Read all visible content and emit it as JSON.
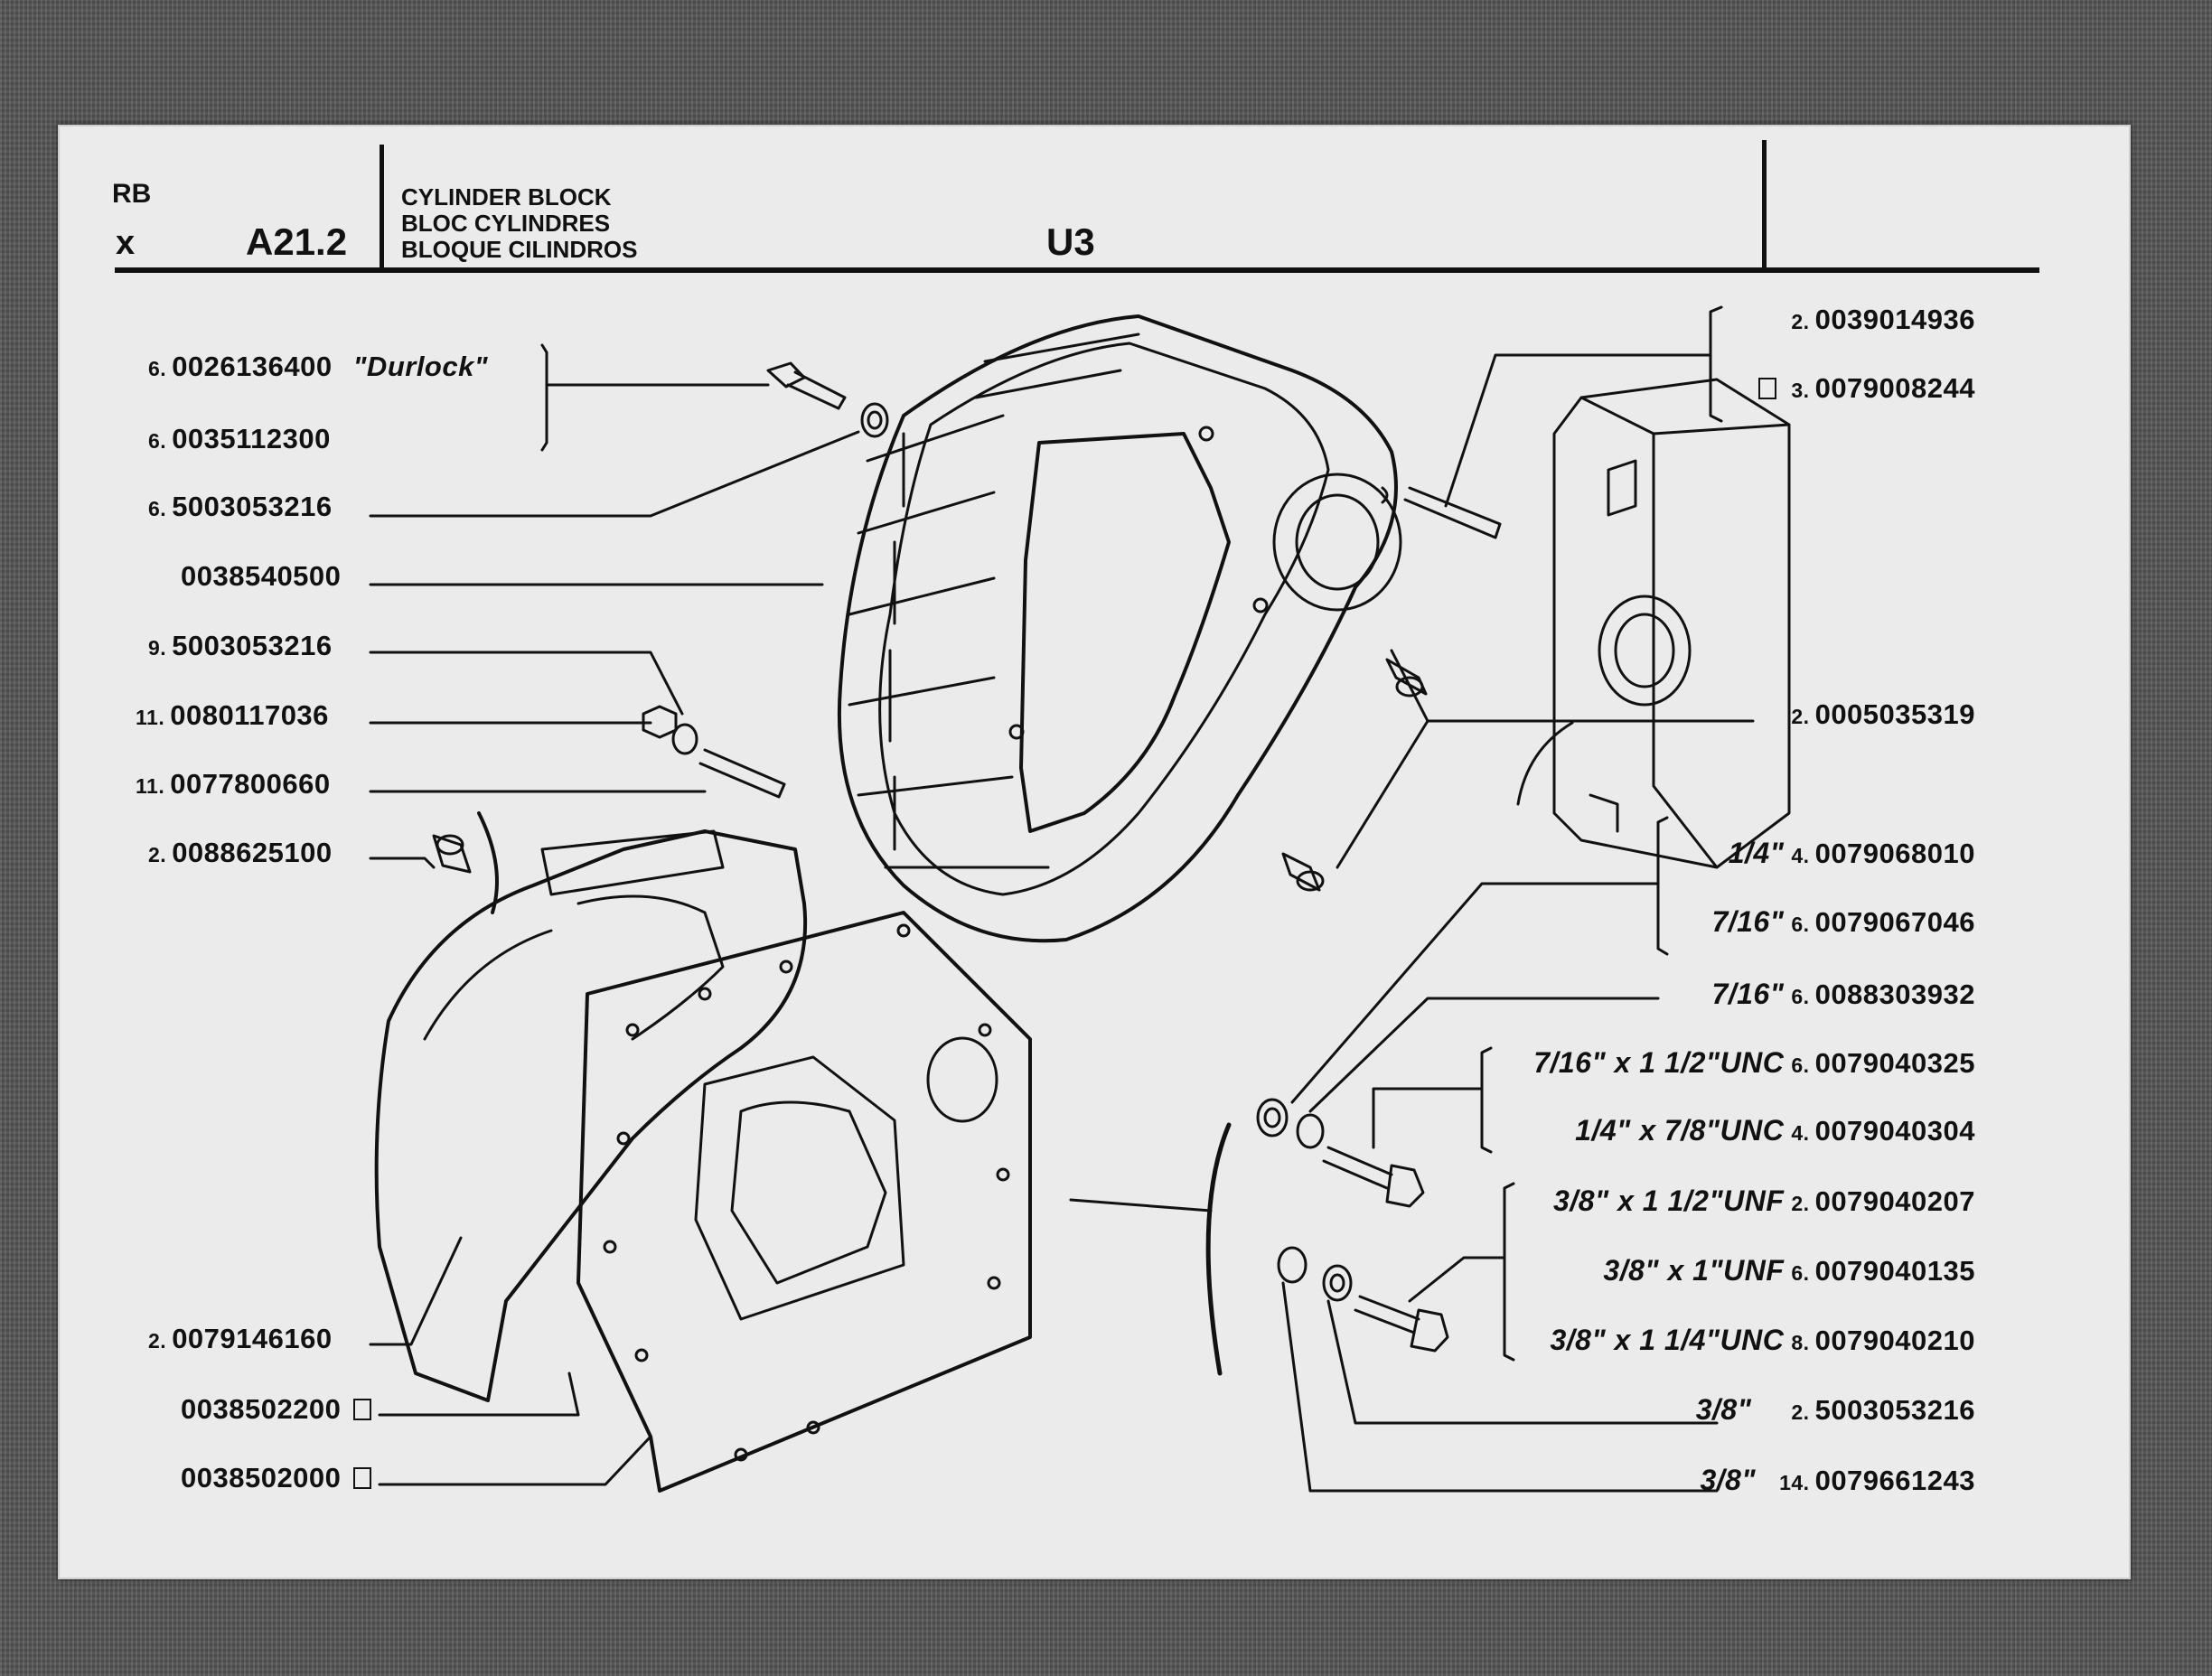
{
  "header": {
    "code_top": "RB",
    "code_bottom": "x",
    "ref": "A21.2",
    "title_lines": [
      "CYLINDER BLOCK",
      "BLOC CYLINDRES",
      "BLOQUE CILINDROS"
    ],
    "model": "U3"
  },
  "left_parts": [
    {
      "qty": "6.",
      "part": "0026136400",
      "note": "\"Durlock\""
    },
    {
      "qty": "6.",
      "part": "0035112300",
      "note": ""
    },
    {
      "qty": "6.",
      "part": "5003053216",
      "note": ""
    },
    {
      "qty": "",
      "part": "0038540500",
      "note": ""
    },
    {
      "qty": "9.",
      "part": "5003053216",
      "note": ""
    },
    {
      "qty": "11.",
      "part": "0080117036",
      "note": ""
    },
    {
      "qty": "11.",
      "part": "0077800660",
      "note": ""
    },
    {
      "qty": "2.",
      "part": "0088625100",
      "note": ""
    },
    {
      "qty": "2.",
      "part": "0079146160",
      "note": ""
    },
    {
      "qty": "",
      "part": "0038502200",
      "note": ""
    },
    {
      "qty": "",
      "part": "0038502000",
      "note": ""
    }
  ],
  "right_parts": [
    {
      "size": "",
      "qty": "2.",
      "part": "0039014936"
    },
    {
      "size": "",
      "qty": "3.",
      "part": "0079008244"
    },
    {
      "size": "",
      "qty": "2.",
      "part": "0005035319"
    },
    {
      "size": "1/4\"",
      "qty": "4.",
      "part": "0079068010"
    },
    {
      "size": "7/16\"",
      "qty": "6.",
      "part": "0079067046"
    },
    {
      "size": "7/16\"",
      "qty": "6.",
      "part": "0088303932"
    },
    {
      "size": "7/16\" x 1 1/2\"UNC",
      "qty": "6.",
      "part": "0079040325"
    },
    {
      "size": "1/4\" x 7/8\"UNC",
      "qty": "4.",
      "part": "0079040304"
    },
    {
      "size": "3/8\" x 1 1/2\"UNF",
      "qty": "2.",
      "part": "0079040207"
    },
    {
      "size": "3/8\" x 1\"UNF",
      "qty": "6.",
      "part": "0079040135"
    },
    {
      "size": "3/8\" x 1 1/4\"UNC",
      "qty": "8.",
      "part": "0079040210"
    },
    {
      "size": "3/8\"",
      "qty": "2.",
      "part": "5003053216"
    },
    {
      "size": "3/8\"",
      "qty": "14.",
      "part": "0079661243"
    }
  ]
}
